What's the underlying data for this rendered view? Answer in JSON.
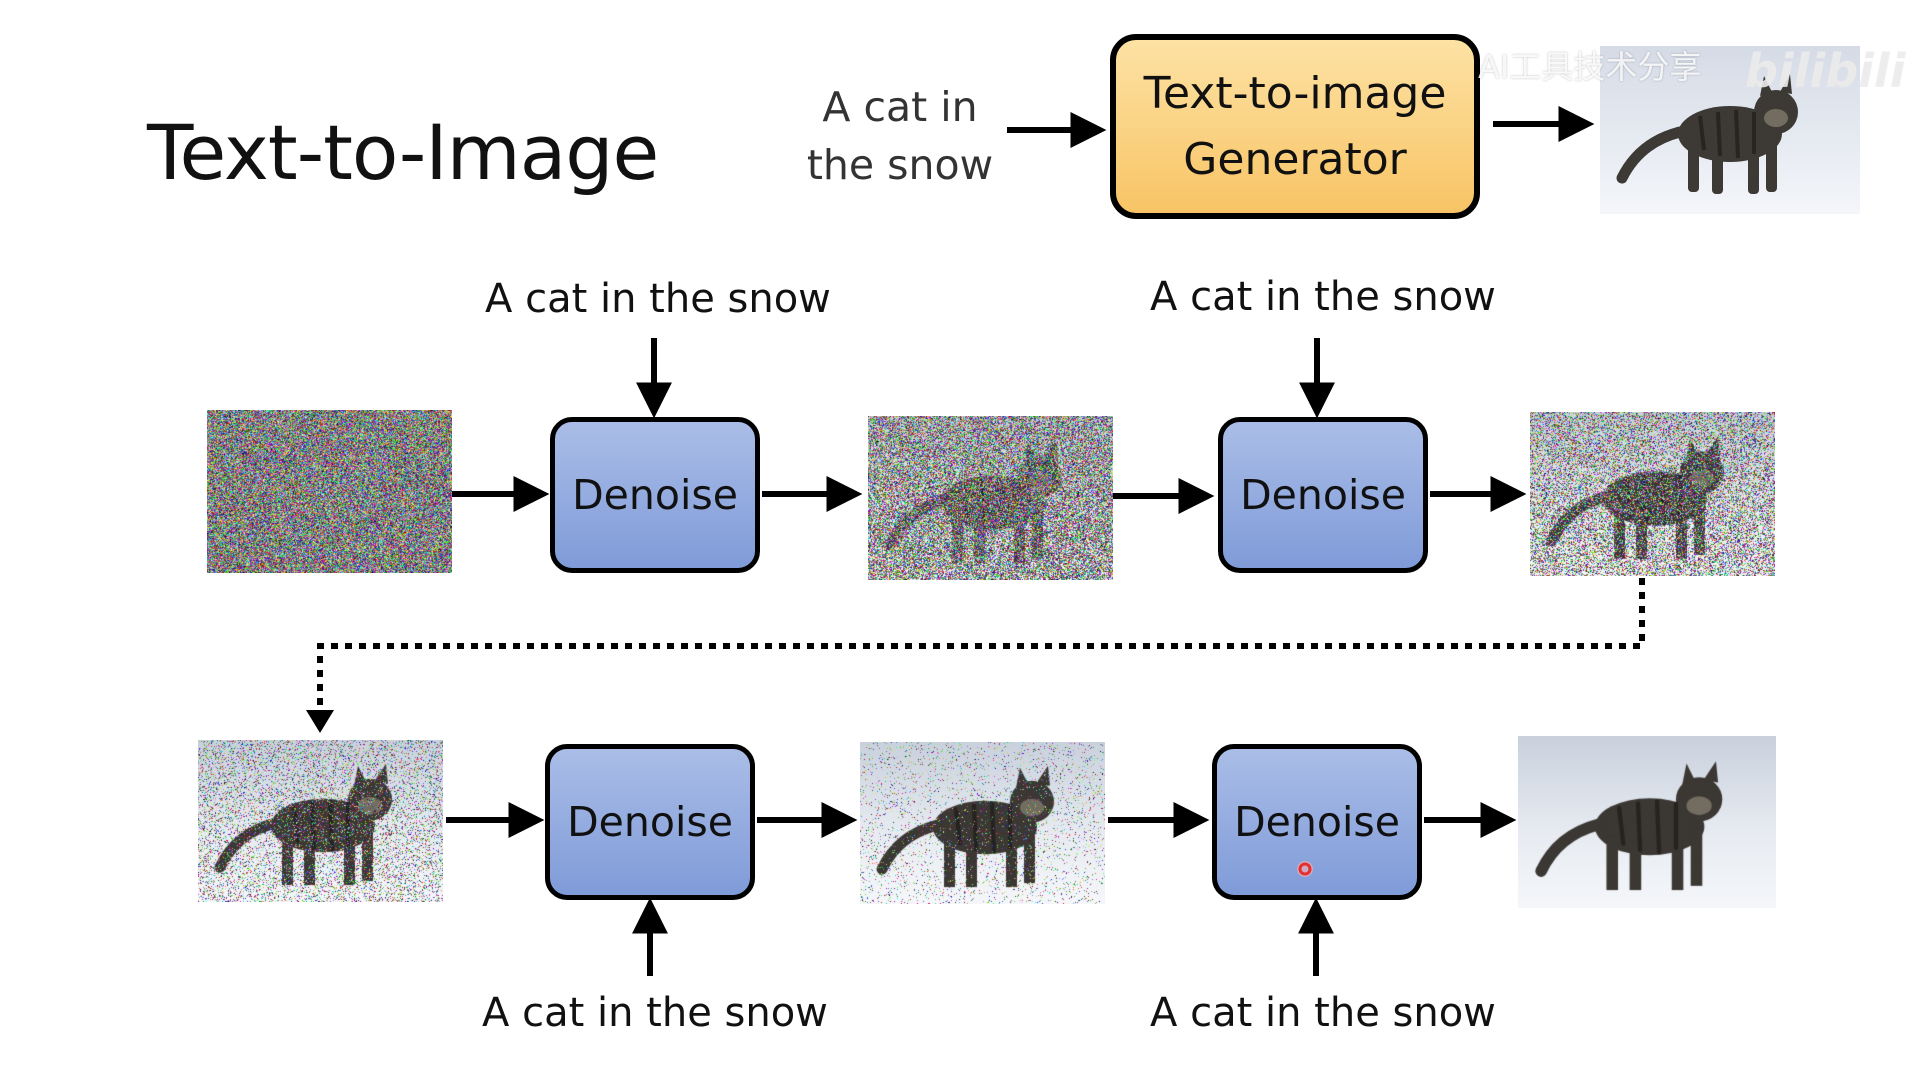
{
  "slide": {
    "title": "Text-to-Image"
  },
  "top": {
    "input_line1": "A cat in",
    "input_line2": "the snow",
    "generator_line1": "Text-to-image",
    "generator_line2": "Generator"
  },
  "prompts": {
    "row1_left": "A cat in the snow",
    "row1_right": "A cat in the snow",
    "row2_left": "A cat in the snow",
    "row2_right": "A cat in the snow"
  },
  "denoise": {
    "box1": "Denoise",
    "box2": "Denoise",
    "box3": "Denoise",
    "box4": "Denoise"
  },
  "overlay": {
    "watermark_text": "AI工具技术分享",
    "logo_text": "bilibili"
  },
  "images": [
    {
      "name": "pure-noise-image",
      "noise_level": 1.0
    },
    {
      "name": "noisy-cat-image-1",
      "noise_level": 0.75
    },
    {
      "name": "noisy-cat-image-2",
      "noise_level": 0.5
    },
    {
      "name": "noisy-cat-image-3",
      "noise_level": 0.25
    },
    {
      "name": "cat-image-4",
      "noise_level": 0.08
    },
    {
      "name": "clean-cat-image",
      "noise_level": 0.0
    }
  ],
  "colors": {
    "generator_fill": "#f8c465",
    "denoise_fill": "#8fa8de",
    "arrow": "#000000",
    "cursor": "#e63030"
  }
}
